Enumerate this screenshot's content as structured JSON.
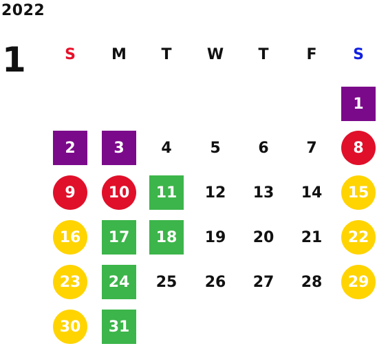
{
  "calendar": {
    "year": "2022",
    "month": "1",
    "weekdays": [
      {
        "label": "S",
        "color": "#e8102a"
      },
      {
        "label": "M",
        "color": "#111111"
      },
      {
        "label": "T",
        "color": "#111111"
      },
      {
        "label": "W",
        "color": "#111111"
      },
      {
        "label": "T",
        "color": "#111111"
      },
      {
        "label": "F",
        "color": "#111111"
      },
      {
        "label": "S",
        "color": "#1020e0"
      }
    ],
    "colors": {
      "purple": "#7b0a8a",
      "red": "#e0102a",
      "green": "#3cb54a",
      "yellow": "#ffd400"
    },
    "days": [
      {
        "day": "1",
        "style": "square",
        "color": "purple"
      },
      {
        "day": "2",
        "style": "square",
        "color": "purple"
      },
      {
        "day": "3",
        "style": "square",
        "color": "purple"
      },
      {
        "day": "4",
        "style": "plain"
      },
      {
        "day": "5",
        "style": "plain"
      },
      {
        "day": "6",
        "style": "plain"
      },
      {
        "day": "7",
        "style": "plain"
      },
      {
        "day": "8",
        "style": "circle",
        "color": "red"
      },
      {
        "day": "9",
        "style": "circle",
        "color": "red"
      },
      {
        "day": "10",
        "style": "circle",
        "color": "red"
      },
      {
        "day": "11",
        "style": "square",
        "color": "green"
      },
      {
        "day": "12",
        "style": "plain"
      },
      {
        "day": "13",
        "style": "plain"
      },
      {
        "day": "14",
        "style": "plain"
      },
      {
        "day": "15",
        "style": "circle",
        "color": "yellow"
      },
      {
        "day": "16",
        "style": "circle",
        "color": "yellow"
      },
      {
        "day": "17",
        "style": "square",
        "color": "green"
      },
      {
        "day": "18",
        "style": "square",
        "color": "green"
      },
      {
        "day": "19",
        "style": "plain"
      },
      {
        "day": "20",
        "style": "plain"
      },
      {
        "day": "21",
        "style": "plain"
      },
      {
        "day": "22",
        "style": "circle",
        "color": "yellow"
      },
      {
        "day": "23",
        "style": "circle",
        "color": "yellow"
      },
      {
        "day": "24",
        "style": "square",
        "color": "green"
      },
      {
        "day": "25",
        "style": "plain"
      },
      {
        "day": "26",
        "style": "plain"
      },
      {
        "day": "27",
        "style": "plain"
      },
      {
        "day": "28",
        "style": "plain"
      },
      {
        "day": "29",
        "style": "circle",
        "color": "yellow"
      },
      {
        "day": "30",
        "style": "circle",
        "color": "yellow"
      },
      {
        "day": "31",
        "style": "square",
        "color": "green"
      }
    ]
  }
}
